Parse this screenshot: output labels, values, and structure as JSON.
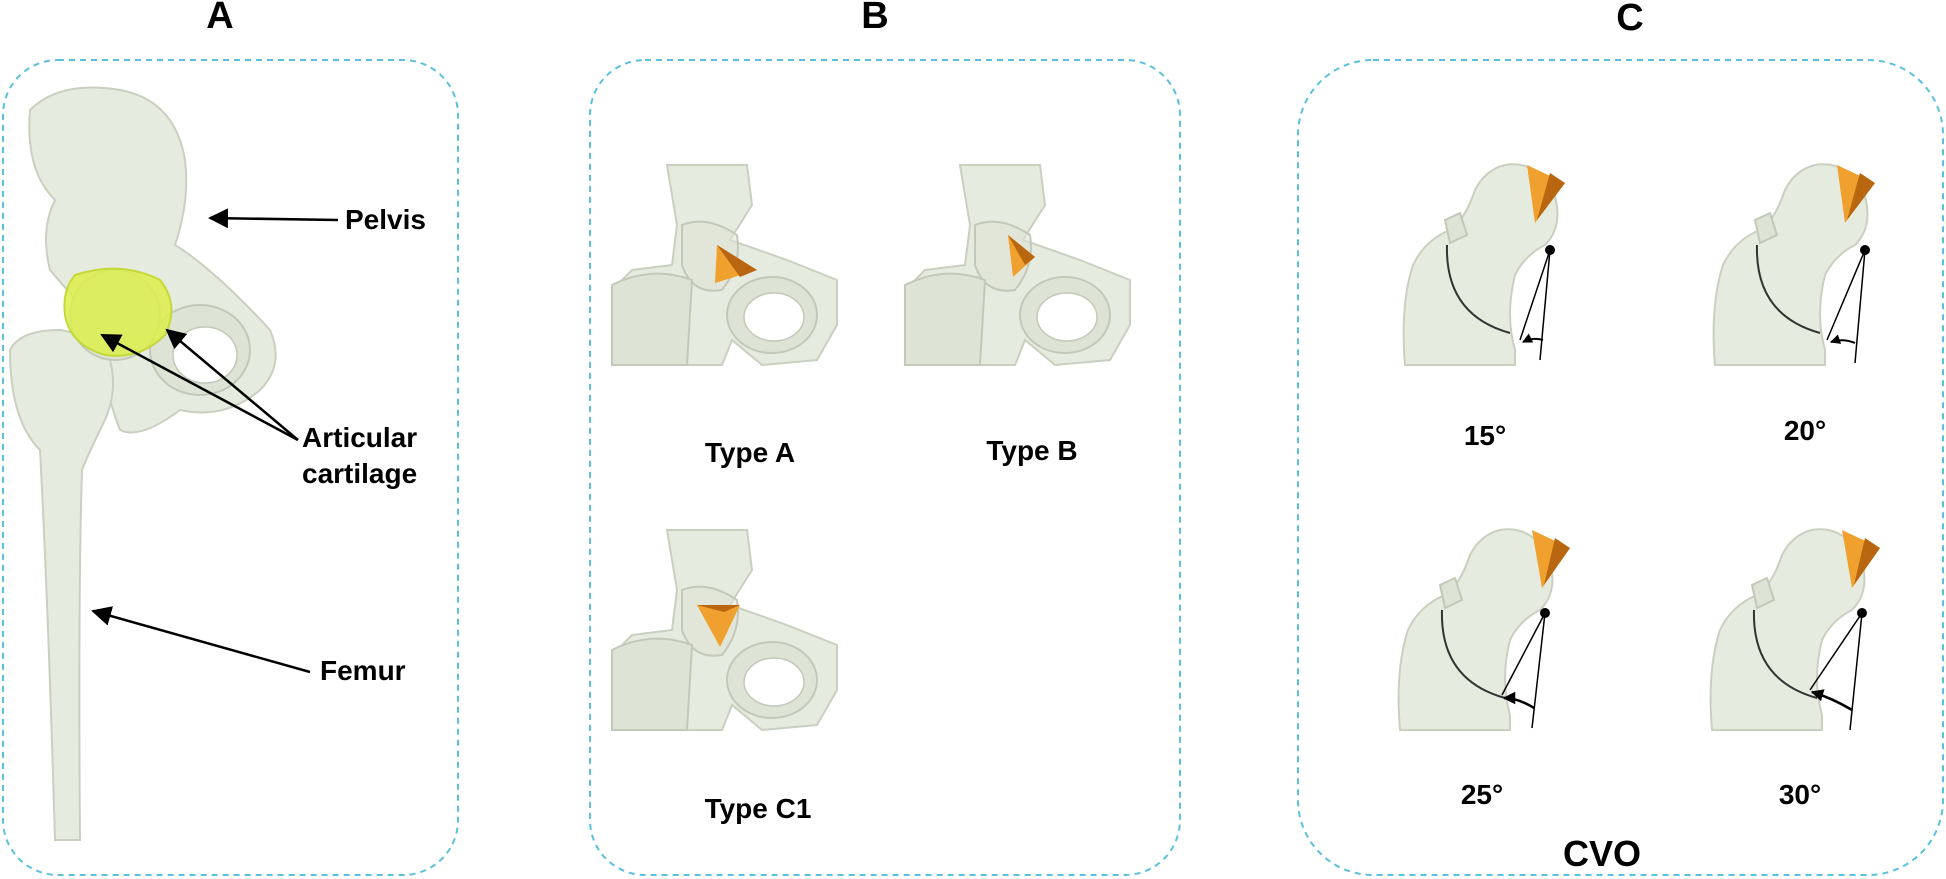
{
  "panels": {
    "a": {
      "title": "A",
      "labels": {
        "pelvis": "Pelvis",
        "articular_line1": "Articular",
        "articular_line2": "cartilage",
        "femur": "Femur"
      }
    },
    "b": {
      "title": "B",
      "captions": [
        "Type A",
        "Type B",
        "Type C1"
      ]
    },
    "c": {
      "title": "C",
      "angles": [
        "15°",
        "20°",
        "25°",
        "30°"
      ],
      "footer": "CVO"
    }
  },
  "colors": {
    "frame": "#5bc0de",
    "bone": "#e6ebdf",
    "cartilage": "#dcef4a",
    "wedge": "#f0a02e"
  }
}
